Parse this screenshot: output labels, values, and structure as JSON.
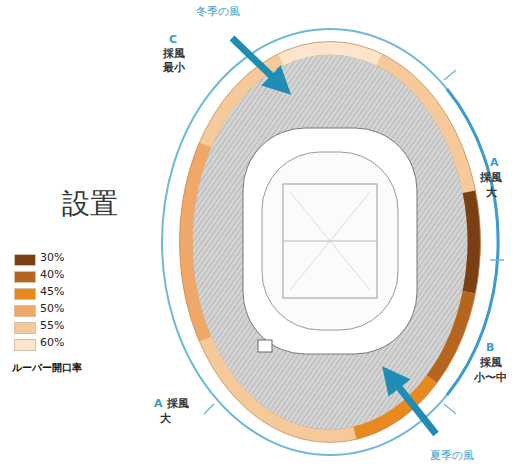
{
  "diagram": {
    "labels": [
      "設置",
      "冬季の風",
      "C",
      "採風",
      "最小",
      "A",
      "採風",
      "大",
      "B",
      "採風",
      "小〜中",
      "A",
      "採風",
      "大",
      "夏季の風",
      "ルーバー開口率"
    ],
    "legend": [
      {
        "text": "30%",
        "color": "#7a3f12"
      },
      {
        "text": "40%",
        "color": "#b5651d"
      },
      {
        "text": "45%",
        "color": "#e8891f"
      },
      {
        "text": "50%",
        "color": "#f0a868"
      },
      {
        "text": "55%",
        "color": "#f6c99b"
      },
      {
        "text": "60%",
        "color": "#fbe5cc"
      }
    ]
  }
}
